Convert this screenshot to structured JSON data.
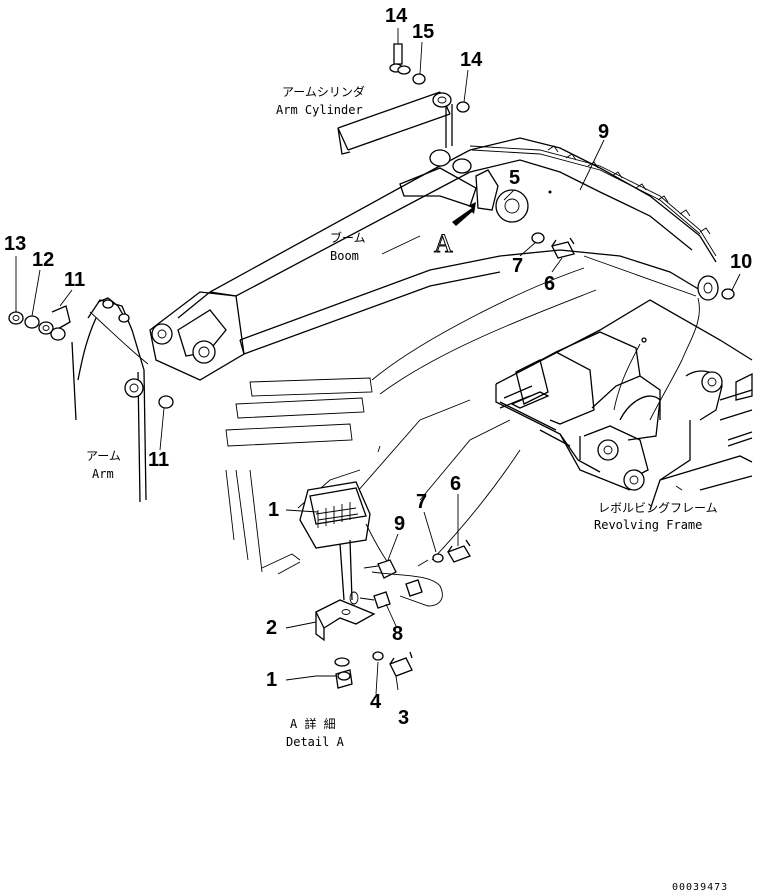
{
  "callouts": {
    "c14a": "14",
    "c15": "15",
    "c14b": "14",
    "c9top": "9",
    "c5": "5",
    "c7top": "7",
    "c6top": "6",
    "c10": "10",
    "c13": "13",
    "c12": "12",
    "c11a": "11",
    "c11b": "11",
    "c1a": "1",
    "c9det": "9",
    "c7det": "7",
    "c6det": "6",
    "c2": "2",
    "c8": "8",
    "c1b": "1",
    "c4": "4",
    "c3": "3"
  },
  "labels": {
    "arm_cylinder_jp": "アームシリンダ",
    "arm_cylinder_en": "Arm Cylinder",
    "boom_jp": "ブーム",
    "boom_en": "Boom",
    "arm_jp": "アーム",
    "arm_en": "Arm",
    "revolving_frame_jp": "レボルビングフレーム",
    "revolving_frame_en": "Revolving Frame",
    "detail_jp": "A 詳 細",
    "detail_en": "Detail A",
    "view_marker": "A"
  },
  "part_number": "00039473"
}
